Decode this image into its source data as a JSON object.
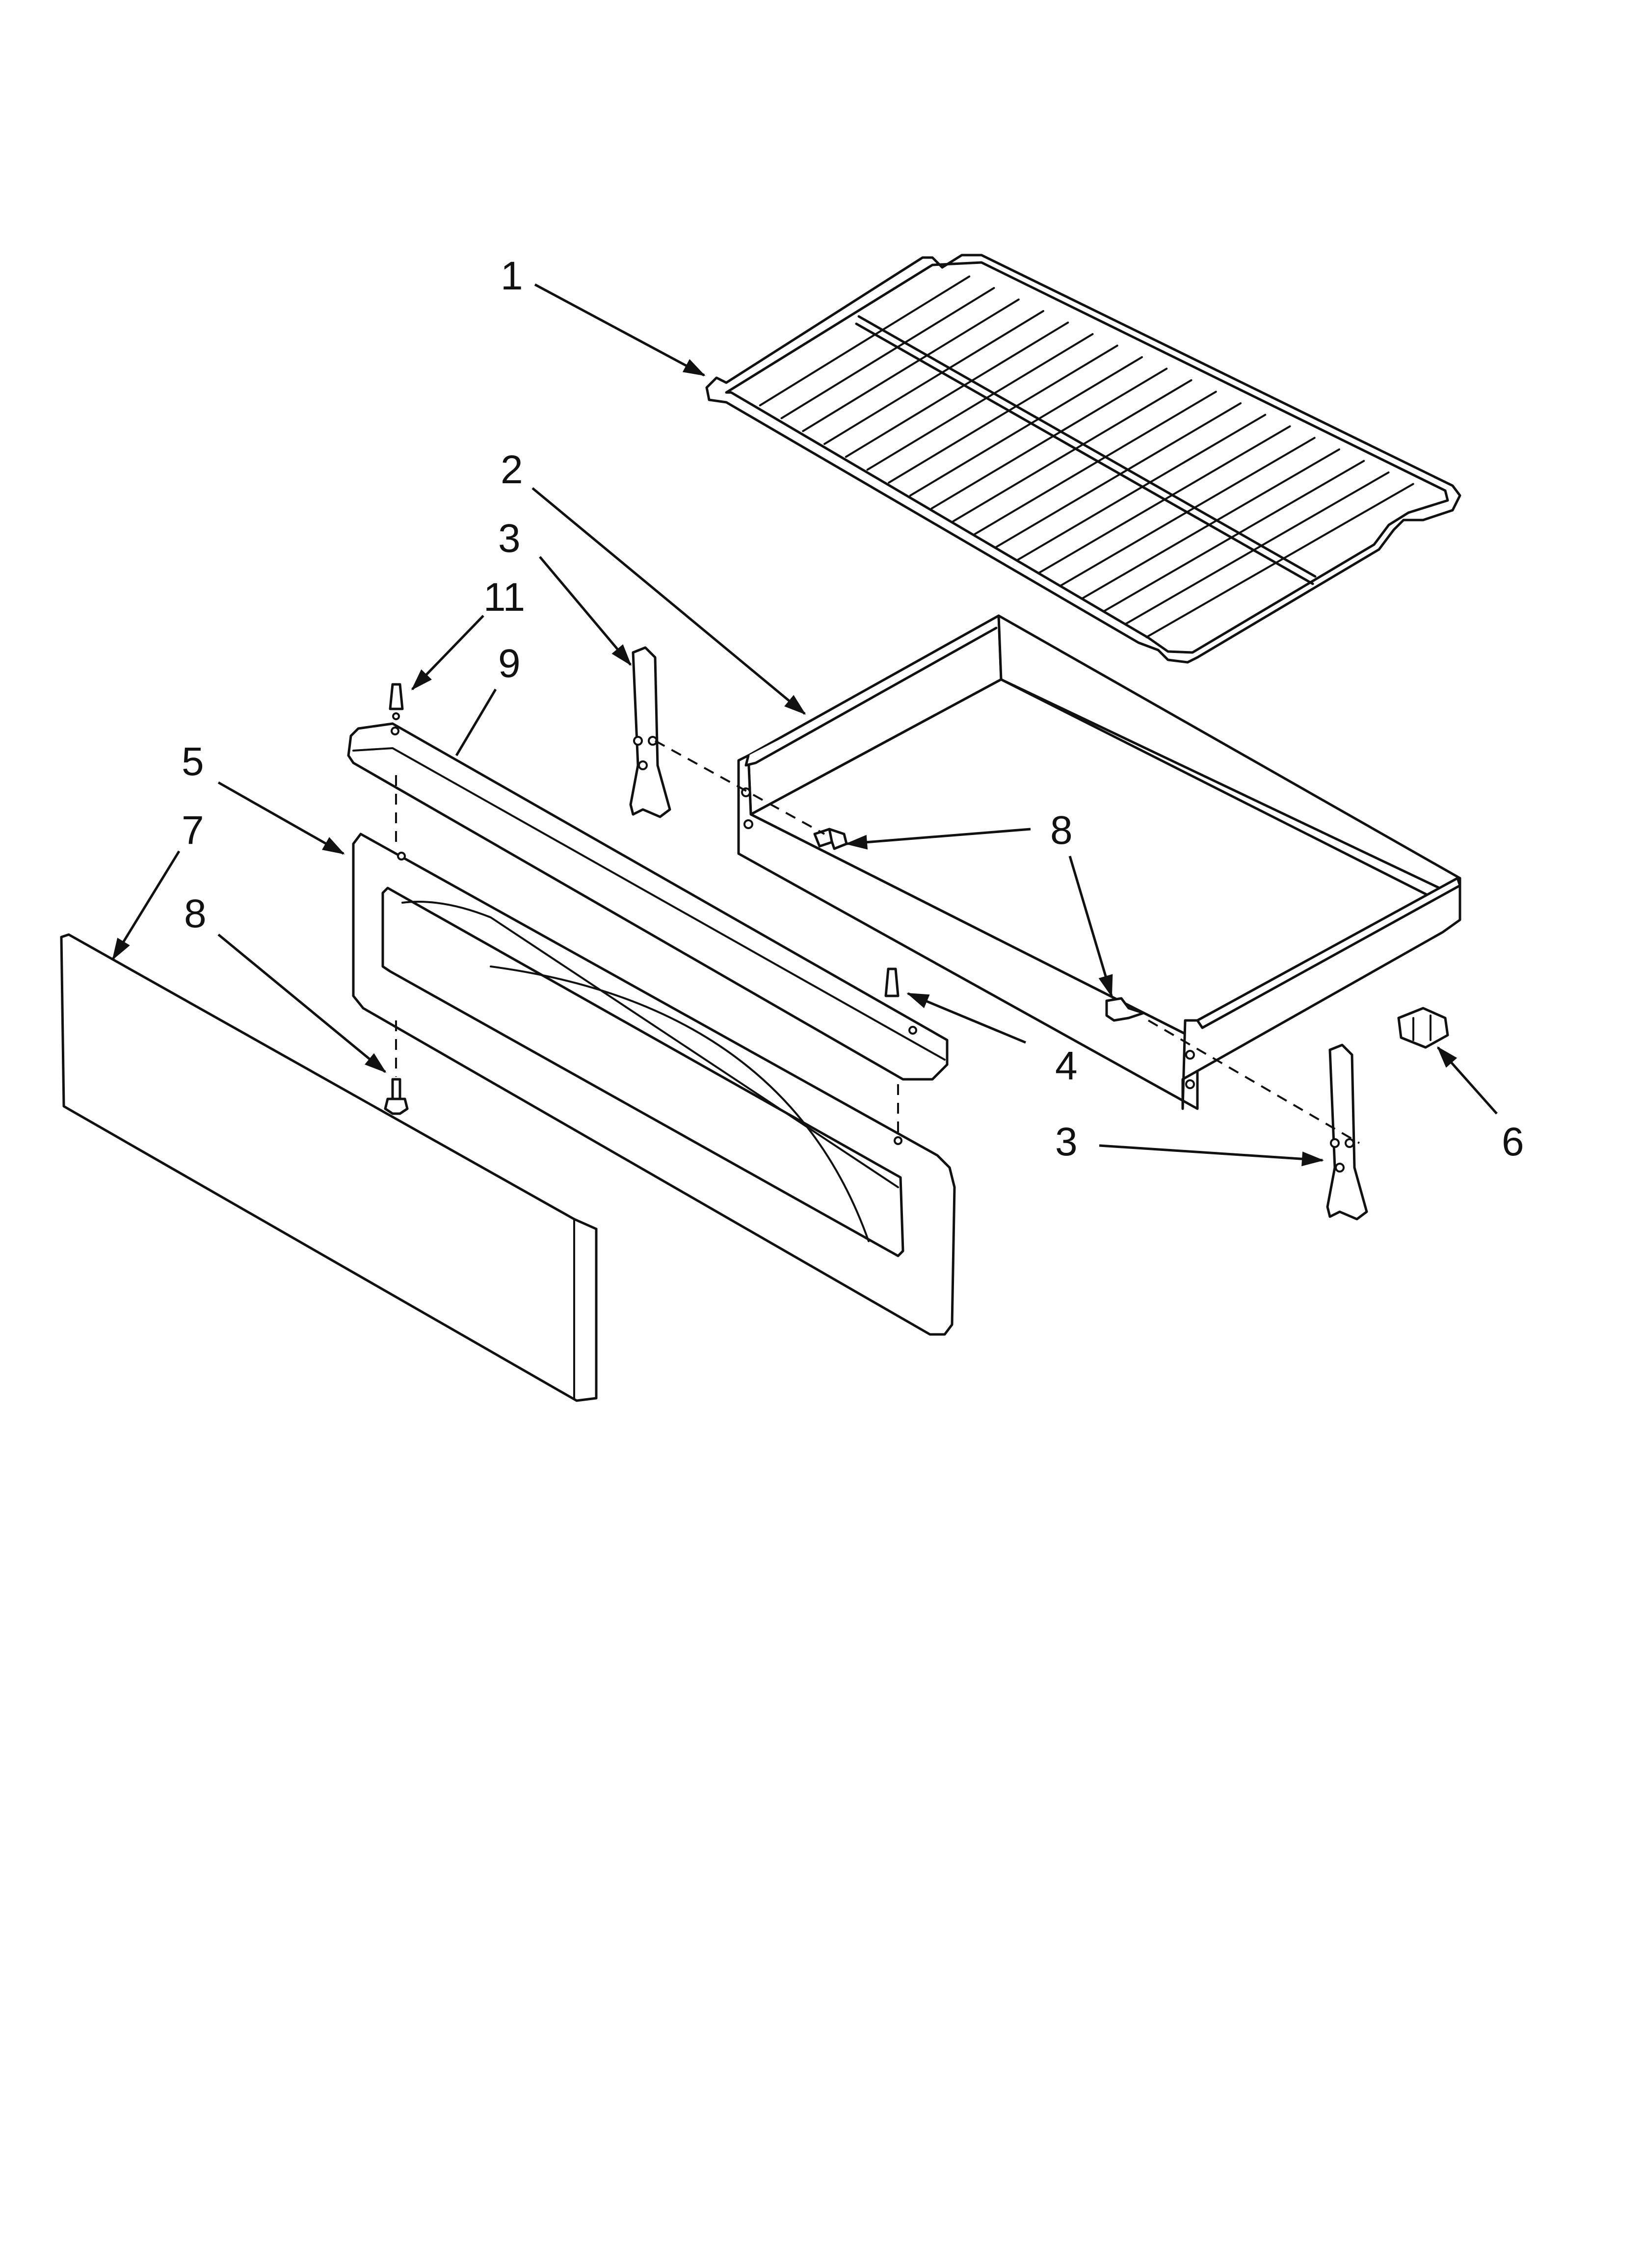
{
  "diagram": {
    "callouts": {
      "c1": "1",
      "c2": "2",
      "c3a": "3",
      "c3b": "3",
      "c4": "4",
      "c5": "5",
      "c6": "6",
      "c7": "7",
      "c8a": "8",
      "c8b": "8",
      "c9": "9",
      "c11": "11"
    },
    "parts": [
      {
        "ref": "1",
        "icon": "oven-rack-icon"
      },
      {
        "ref": "2",
        "icon": "broiler-drawer-icon"
      },
      {
        "ref": "3",
        "icon": "drawer-slide-icon"
      },
      {
        "ref": "4",
        "icon": "stud-icon"
      },
      {
        "ref": "5",
        "icon": "drawer-front-icon"
      },
      {
        "ref": "6",
        "icon": "clip-icon"
      },
      {
        "ref": "7",
        "icon": "front-panel-icon"
      },
      {
        "ref": "8",
        "icon": "screw-icon"
      },
      {
        "ref": "9",
        "icon": "trim-bar-icon"
      },
      {
        "ref": "11",
        "icon": "stud-icon"
      }
    ]
  }
}
